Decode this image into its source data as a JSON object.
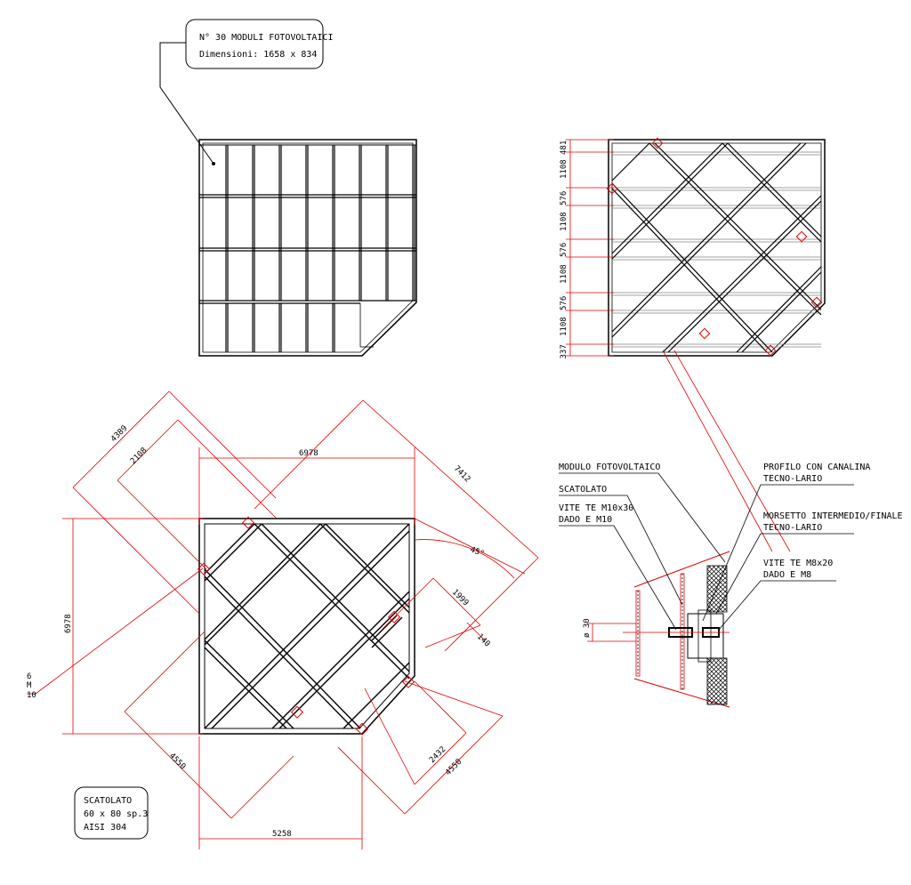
{
  "callouts": {
    "modules_line1": "N° 30 MODULI FOTOVOLTAICI",
    "modules_line2": "Dimensioni: 1658 x 834",
    "profile_line1": "SCATOLATO",
    "profile_line2": "60 x 80 sp.3",
    "profile_line3": "AISI 304"
  },
  "main_dims": {
    "top": "6978",
    "left": "6978",
    "bottom": "5258",
    "diag_4389": "4389",
    "diag_2108": "2108",
    "diag_7412": "7412",
    "angle": "45°",
    "d1999": "1999",
    "d140": "140",
    "d2432": "2432",
    "d4550_right": "4550",
    "d4550_left": "4550",
    "bolt_top": "6",
    "bolt_mid": "M",
    "bolt_bottom": "10"
  },
  "side_dims": [
    "481",
    "1108",
    "576",
    "1108",
    "576",
    "1108",
    "576",
    "1108",
    "337"
  ],
  "detail": {
    "modulo": "MODULO FOTOVOLTAICO",
    "scatolato": "SCATOLATO",
    "vite1_line1": "VITE TE M10x30",
    "vite1_line2": "DADO E M10",
    "profilo_line1": "PROFILO CON CANALINA",
    "profilo_line2": "TECNO-LARIO",
    "morsetto_line1": "MORSETTO INTERMEDIO/FINALE",
    "morsetto_line2": "TECNO-LARIO",
    "vite2_line1": "VITE TE M8x20",
    "vite2_line2": "DADO E M8",
    "dim30": "ø 30"
  }
}
